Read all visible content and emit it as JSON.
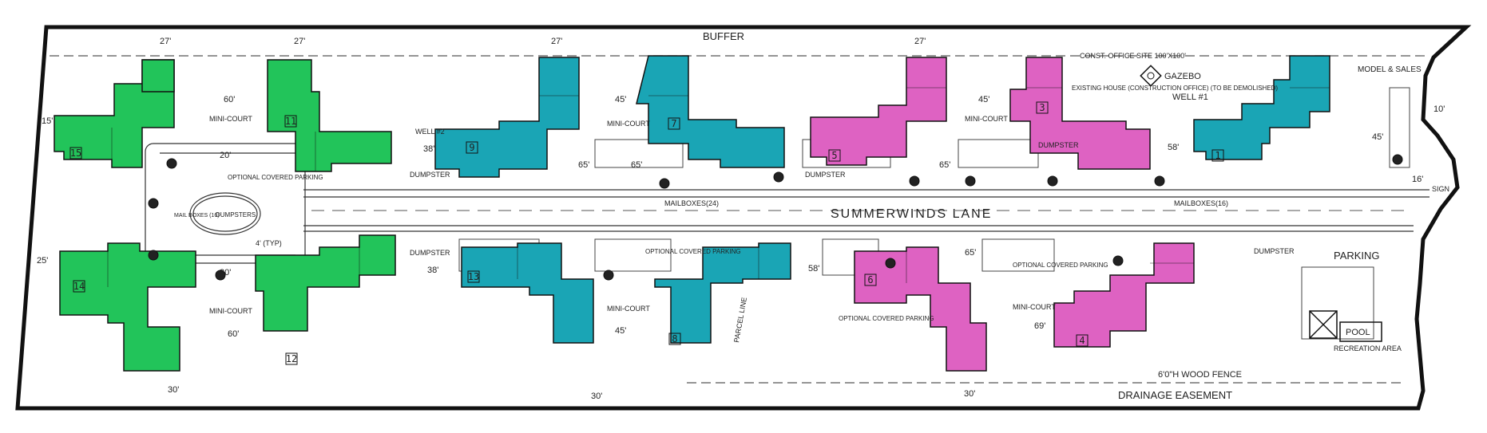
{
  "colors": {
    "green": "#22c45a",
    "teal": "#1aa5b5",
    "magenta": "#de62c2",
    "line": "#1b1b1b"
  },
  "labels": {
    "buffer": "BUFFER",
    "street": "SUMMERWINDS LANE",
    "drainage": "DRAINAGE EASEMENT",
    "fence": "6'0\"H WOOD FENCE",
    "gazebo": "GAZEBO",
    "well1": "WELL #1",
    "well2": "WELL #2",
    "const_office": "CONST. OFFICE SITE 100'X100'",
    "existing_house": "EXISTING HOUSE (CONSTRUCTION OFFICE) (TO BE DEMOLISHED)",
    "model": "MODEL & SALES",
    "parking": "PARKING",
    "pool": "POOL",
    "recreation": "RECREATION AREA",
    "sign": "SIGN",
    "mailboxes_24": "MAILBOXES(24)",
    "mailboxes_16": "MAILBOXES(16)",
    "mailboxes_left": "MAIL BOXES (16)",
    "dumpsters_center": "DUMPSTERS",
    "dumpster": "DUMPSTER",
    "mini_court": "MINI-COURT",
    "optional_parking": "OPTIONAL COVERED PARKING",
    "typ": "4' (TYP)",
    "future_line": "PARCEL LINE",
    "dim_60": "60'",
    "dim_45": "45'",
    "dim_65": "65'",
    "dim_15": "15'",
    "dim_25": "25'",
    "dim_27": "27'",
    "dim_20": "20'",
    "dim_30": "30'",
    "dim_38": "38'",
    "dim_58": "58'",
    "dim_69": "69'",
    "dim_16": "16'",
    "dim_10": "10'"
  },
  "units": [
    "15",
    "11",
    "14",
    "12",
    "9",
    "7",
    "13",
    "8",
    "5",
    "3",
    "6",
    "4",
    "1"
  ]
}
